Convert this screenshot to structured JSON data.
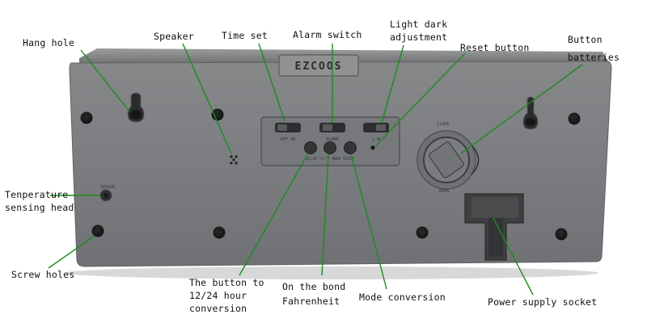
{
  "colors": {
    "leader_line": "#1f8a1f",
    "device_body": "#7f8183",
    "device_edge": "#5e6062",
    "hole": "#1c1c1d",
    "button": "#3a3a3a",
    "text": "#111111"
  },
  "device": {
    "top_label": "EZCOOS"
  },
  "labels": {
    "hang_hole": "Hang hole",
    "speaker": "Speaker",
    "time_set": "Time set",
    "alarm_switch": "Alarm switch",
    "light_dark_1": "Light dark",
    "light_dark_2": "adjustment",
    "reset_button": "Reset button",
    "button_batteries_1": "Button",
    "button_batteries_2": "batteries",
    "temp_sensing_1": "Tenperature",
    "temp_sensing_2": "sensing head",
    "screw_holes": "Screw holes",
    "button_1224_1": "The button to",
    "button_1224_2": "12/24 hour",
    "button_1224_3": "conversion",
    "bond_fahrenheit_1": "On the bond",
    "bond_fahrenheit_2": "Fahrenheit",
    "mode_conversion": "Mode conversion",
    "power_supply": "Power supply socket"
  }
}
